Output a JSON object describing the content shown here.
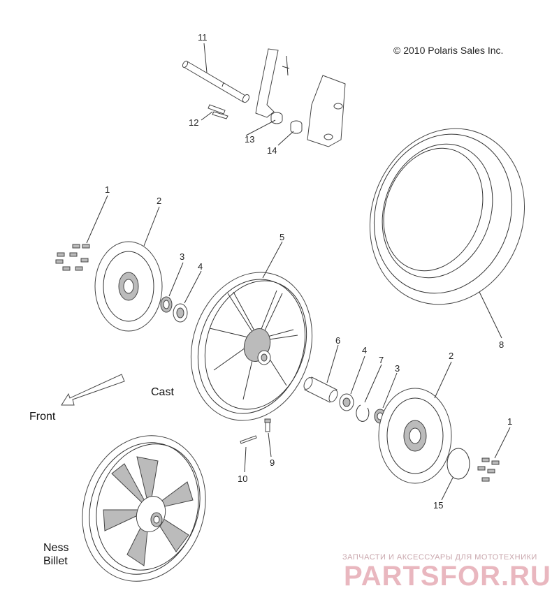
{
  "copyright": "© 2010 Polaris Sales Inc.",
  "labels": {
    "cast": "Cast",
    "front": "Front",
    "ness_line1": "Ness",
    "ness_line2": "Billet"
  },
  "callouts": {
    "c1_left": "1",
    "c2_left": "2",
    "c3_left": "3",
    "c4_left": "4",
    "c5": "5",
    "c6": "6",
    "c4_right": "4",
    "c7": "7",
    "c3_right": "3",
    "c2_right": "2",
    "c8": "8",
    "c1_right": "1",
    "c9": "9",
    "c10": "10",
    "c11": "11",
    "c12": "12",
    "c13": "13",
    "c14": "14",
    "c15": "15"
  },
  "watermark": {
    "line1": "ЗАПЧАСТИ И АКСЕССУАРЫ ДЛЯ МОТОТЕХНИКИ",
    "line2": "PARTSFOR.RU"
  },
  "colors": {
    "line": "#333333",
    "watermark": "#e9b7bf"
  }
}
